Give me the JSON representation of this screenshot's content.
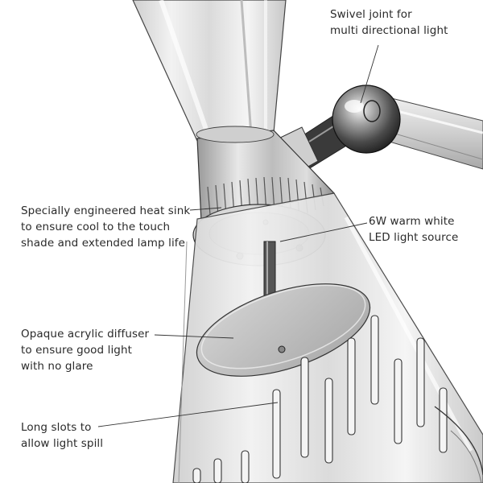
{
  "labels": {
    "swivel": [
      "Swivel joint for",
      "multi directional light"
    ],
    "heat_sink": [
      "Specially engineered heat sink",
      "to ensure cool to the touch",
      "shade and extended lamp life"
    ],
    "led": [
      "6W warm white",
      "LED light source"
    ],
    "diffuser": [
      "Opaque acrylic diffuser",
      "to ensure good light",
      "with no glare"
    ],
    "slots": [
      "Long slots to",
      "allow light spill"
    ]
  },
  "colors": {
    "line": "#333333",
    "glass": "#e3e3e3",
    "metal_light": "#d6d6d6",
    "metal_dark": "#555555",
    "diffuser": "#bdbdbd"
  }
}
